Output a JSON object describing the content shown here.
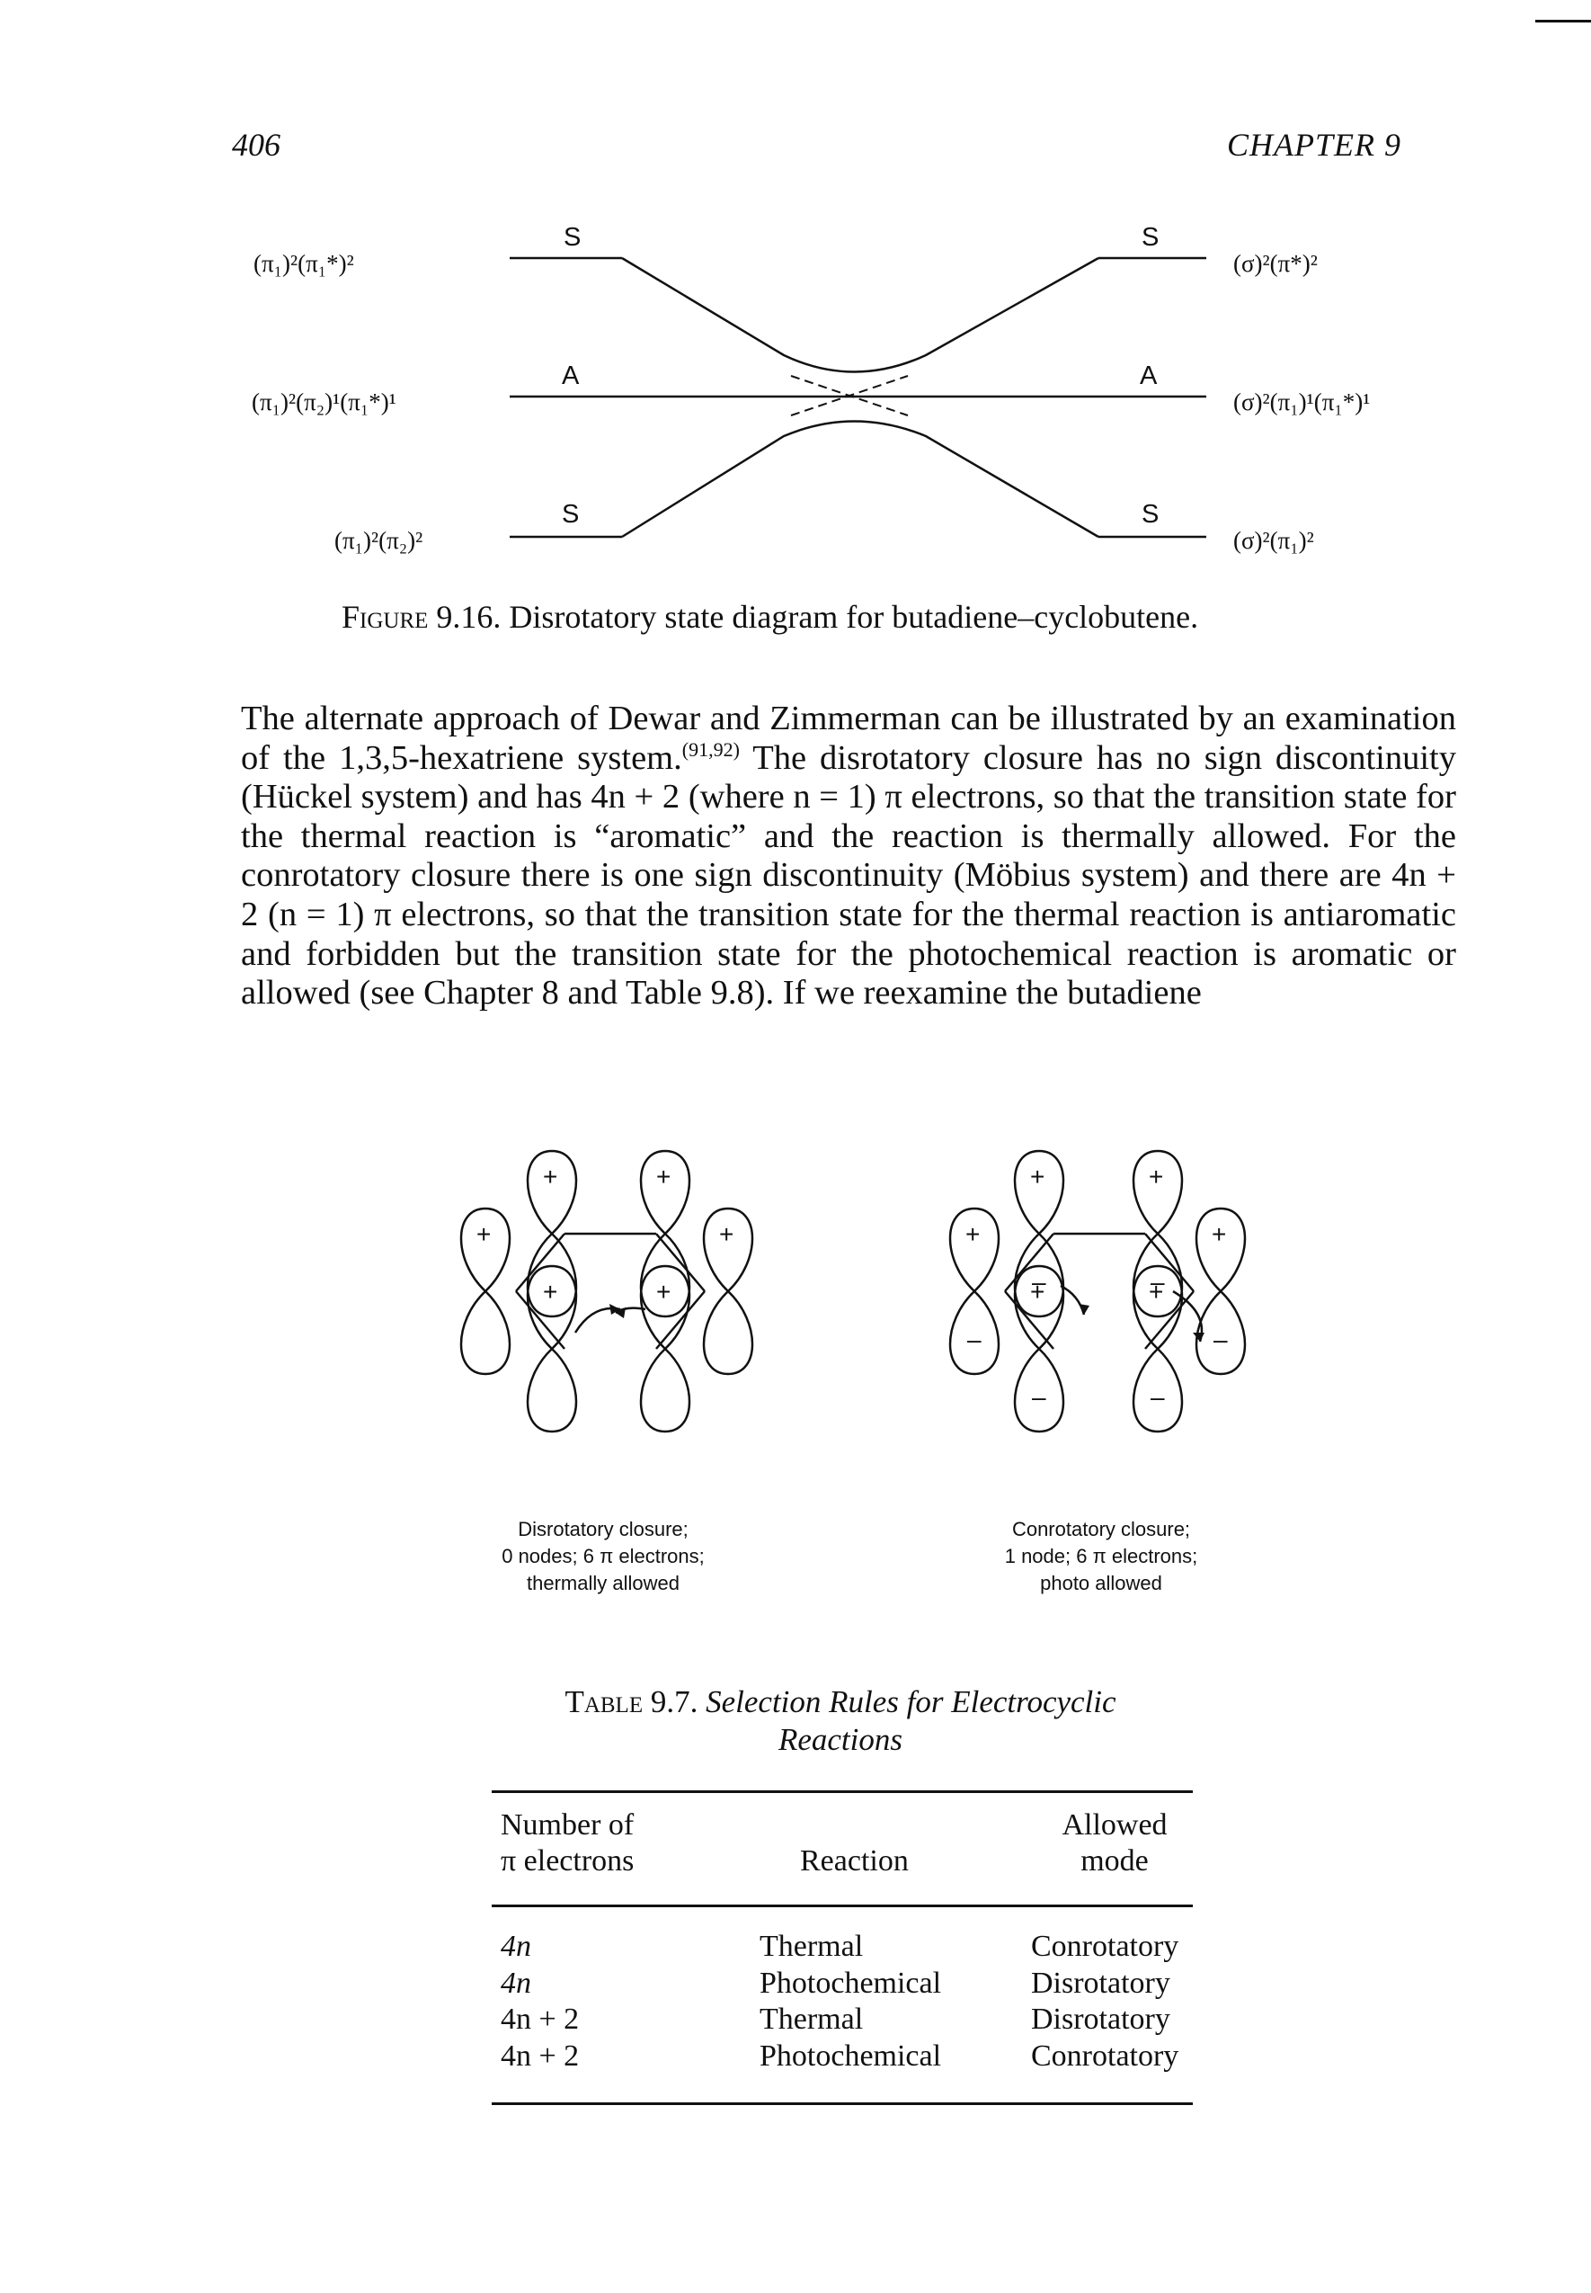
{
  "header": {
    "page_number": "406",
    "chapter": "CHAPTER 9"
  },
  "state_diagram": {
    "left_labels": [
      "(π₁)²(π₁*)²",
      "(π₁)²(π₂)¹(π₁*)¹",
      "(π₁)²(π₂)²"
    ],
    "left_symmetry": [
      "S",
      "A",
      "S"
    ],
    "right_labels": [
      "(σ)²(π*)²",
      "(σ)²(π₁)¹(π₁*)¹",
      "(σ)²(π₁)²"
    ],
    "right_symmetry": [
      "S",
      "A",
      "S"
    ]
  },
  "figure_caption": {
    "label": "Figure",
    "number": "9.16.",
    "text": "Disrotatory state diagram for butadiene–cyclobutene."
  },
  "paragraph": {
    "part1": "The alternate approach of Dewar and Zimmerman can be illustrated by an examination of the 1,3,5-hexatriene system.",
    "ref": "(91,92)",
    "part2": " The disrotatory closure has no sign discontinuity (Hückel system) and has 4n + 2 (where n = 1) π electrons, so that the transition state for the thermal reaction is “aromatic” and the reaction is thermally allowed. For the conrotatory closure there is one sign discontinuity (Möbius system) and there are 4n + 2 (n = 1) π electrons, so that the transition state for the thermal reaction is antiaromatic and forbidden but the transition state for the photochemical reaction is aromatic or allowed (see Chapter 8 and Table 9.8). If we reexamine the butadiene"
  },
  "orbital_figures": {
    "plus": "+",
    "minus": "–",
    "left_caption": [
      "Disrotatory closure;",
      "0 nodes; 6 π electrons;",
      "thermally allowed"
    ],
    "right_caption": [
      "Conrotatory closure;",
      "1 node; 6 π electrons;",
      "photo allowed"
    ]
  },
  "table": {
    "label": "Table",
    "number": "9.7.",
    "title_line1": "Selection Rules for Electrocyclic",
    "title_line2": "Reactions",
    "headers": {
      "col1_line1": "Number of",
      "col1_line2": "π electrons",
      "col2": "Reaction",
      "col3_line1": "Allowed",
      "col3_line2": "mode"
    },
    "rows": [
      [
        "4n",
        "Thermal",
        "Conrotatory"
      ],
      [
        "4n",
        "Photochemical",
        "Disrotatory"
      ],
      [
        "4n + 2",
        "Thermal",
        "Disrotatory"
      ],
      [
        "4n + 2",
        "Photochemical",
        "Conrotatory"
      ]
    ]
  }
}
